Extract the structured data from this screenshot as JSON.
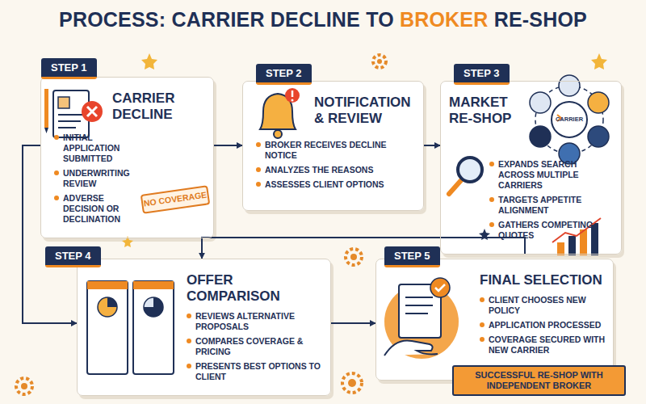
{
  "diagram": {
    "title": "PROCESS: CARRIER DECLINE TO BROKER RE-SHOP",
    "nodes": [
      {
        "text": [
          "STEP 1",
          "CARRIER DECLINE",
          "INITIAL APPLICATION SUBMITTED",
          "UNDERWRITING REVIEW",
          "ADVERSE DECISION OR DECLINATION"
        ]
      },
      {
        "text": [
          "STEP 2",
          "NOTIFICATION & REVIEW",
          "BROKER RECEIVES DECLINE NOTICE",
          "ANALYZES THE REASONS",
          "ASSESSES CLIENT OPTIONS"
        ]
      },
      {
        "text": [
          "STEP 3",
          "MARKET RE-SHOP",
          "EXPANDS SEARCH ACROSS MULTIPLE CARRIERS",
          "TARGETS APPETITE ALIGNMENT",
          "GATHERS COMPETING QUOTES"
        ]
      },
      {
        "text": [
          "STEP 4",
          "OFFER COMPARISON",
          "REVIEWS ALTERNATIVE PROPOSALS",
          "COMPARES COVERAGE & PRICING",
          "PRESENTS BEST OPTIONS TO CLIENT"
        ]
      },
      {
        "text": [
          "STEP 5",
          "FINAL SELECTION",
          "CLIENT CHOOSES NEW POLICY",
          "APPLICATION PROCESSED",
          "COVERAGE SECURED WITH NEW CARRIER"
        ]
      }
    ],
    "edges": [
      {
        "from": 0,
        "to": 1,
        "arrow": "to"
      },
      {
        "from": 1,
        "to": 2,
        "arrow": "to"
      },
      {
        "from": 2,
        "to": 3,
        "arrow": "to"
      },
      {
        "from": 3,
        "to": 4,
        "arrow": "to"
      },
      {
        "from": 0,
        "to": 3,
        "arrow": "to"
      }
    ],
    "labels": [
      "NO COVERAGE",
      "CARRIER",
      "SUCCESSFUL RE-SHOP WITH INDEPENDENT BROKER"
    ]
  }
}
